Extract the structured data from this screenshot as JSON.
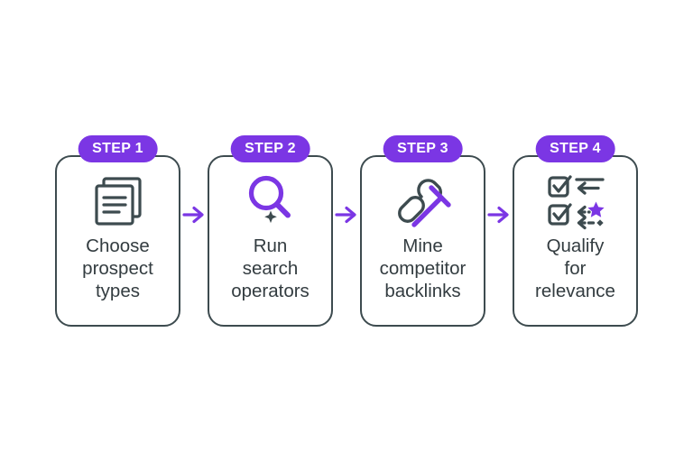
{
  "page": {
    "background": "#ffffff",
    "description": "Four-step link-prospecting process flow"
  },
  "colors": {
    "purple": "#7B36E4",
    "slate_stroke": "#3D4B4F",
    "text": "#333C40",
    "badge_text": "#ffffff",
    "card_background": "#ffffff"
  },
  "steps": [
    {
      "badge": "STEP 1",
      "label": "Choose\nprospect\ntypes",
      "icon": "documents-icon"
    },
    {
      "badge": "STEP 2",
      "label": "Run\nsearch\noperators",
      "icon": "search-icon"
    },
    {
      "badge": "STEP 3",
      "label": "Mine\ncompetitor\nbacklinks",
      "icon": "backlinks-pick-icon"
    },
    {
      "badge": "STEP 4",
      "label": "Qualify\nfor\nrelevance",
      "icon": "checklist-star-icon"
    }
  ],
  "connectors": [
    {
      "icon": "arrow-right-icon"
    },
    {
      "icon": "arrow-right-icon"
    },
    {
      "icon": "arrow-right-icon"
    }
  ]
}
